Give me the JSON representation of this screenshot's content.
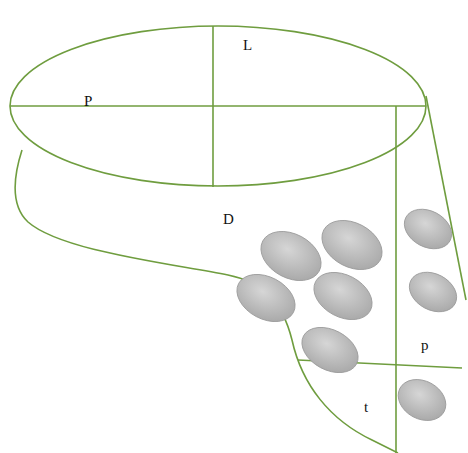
{
  "diagram": {
    "labels": [
      "L",
      "P",
      "D",
      "p",
      "t"
    ]
  }
}
